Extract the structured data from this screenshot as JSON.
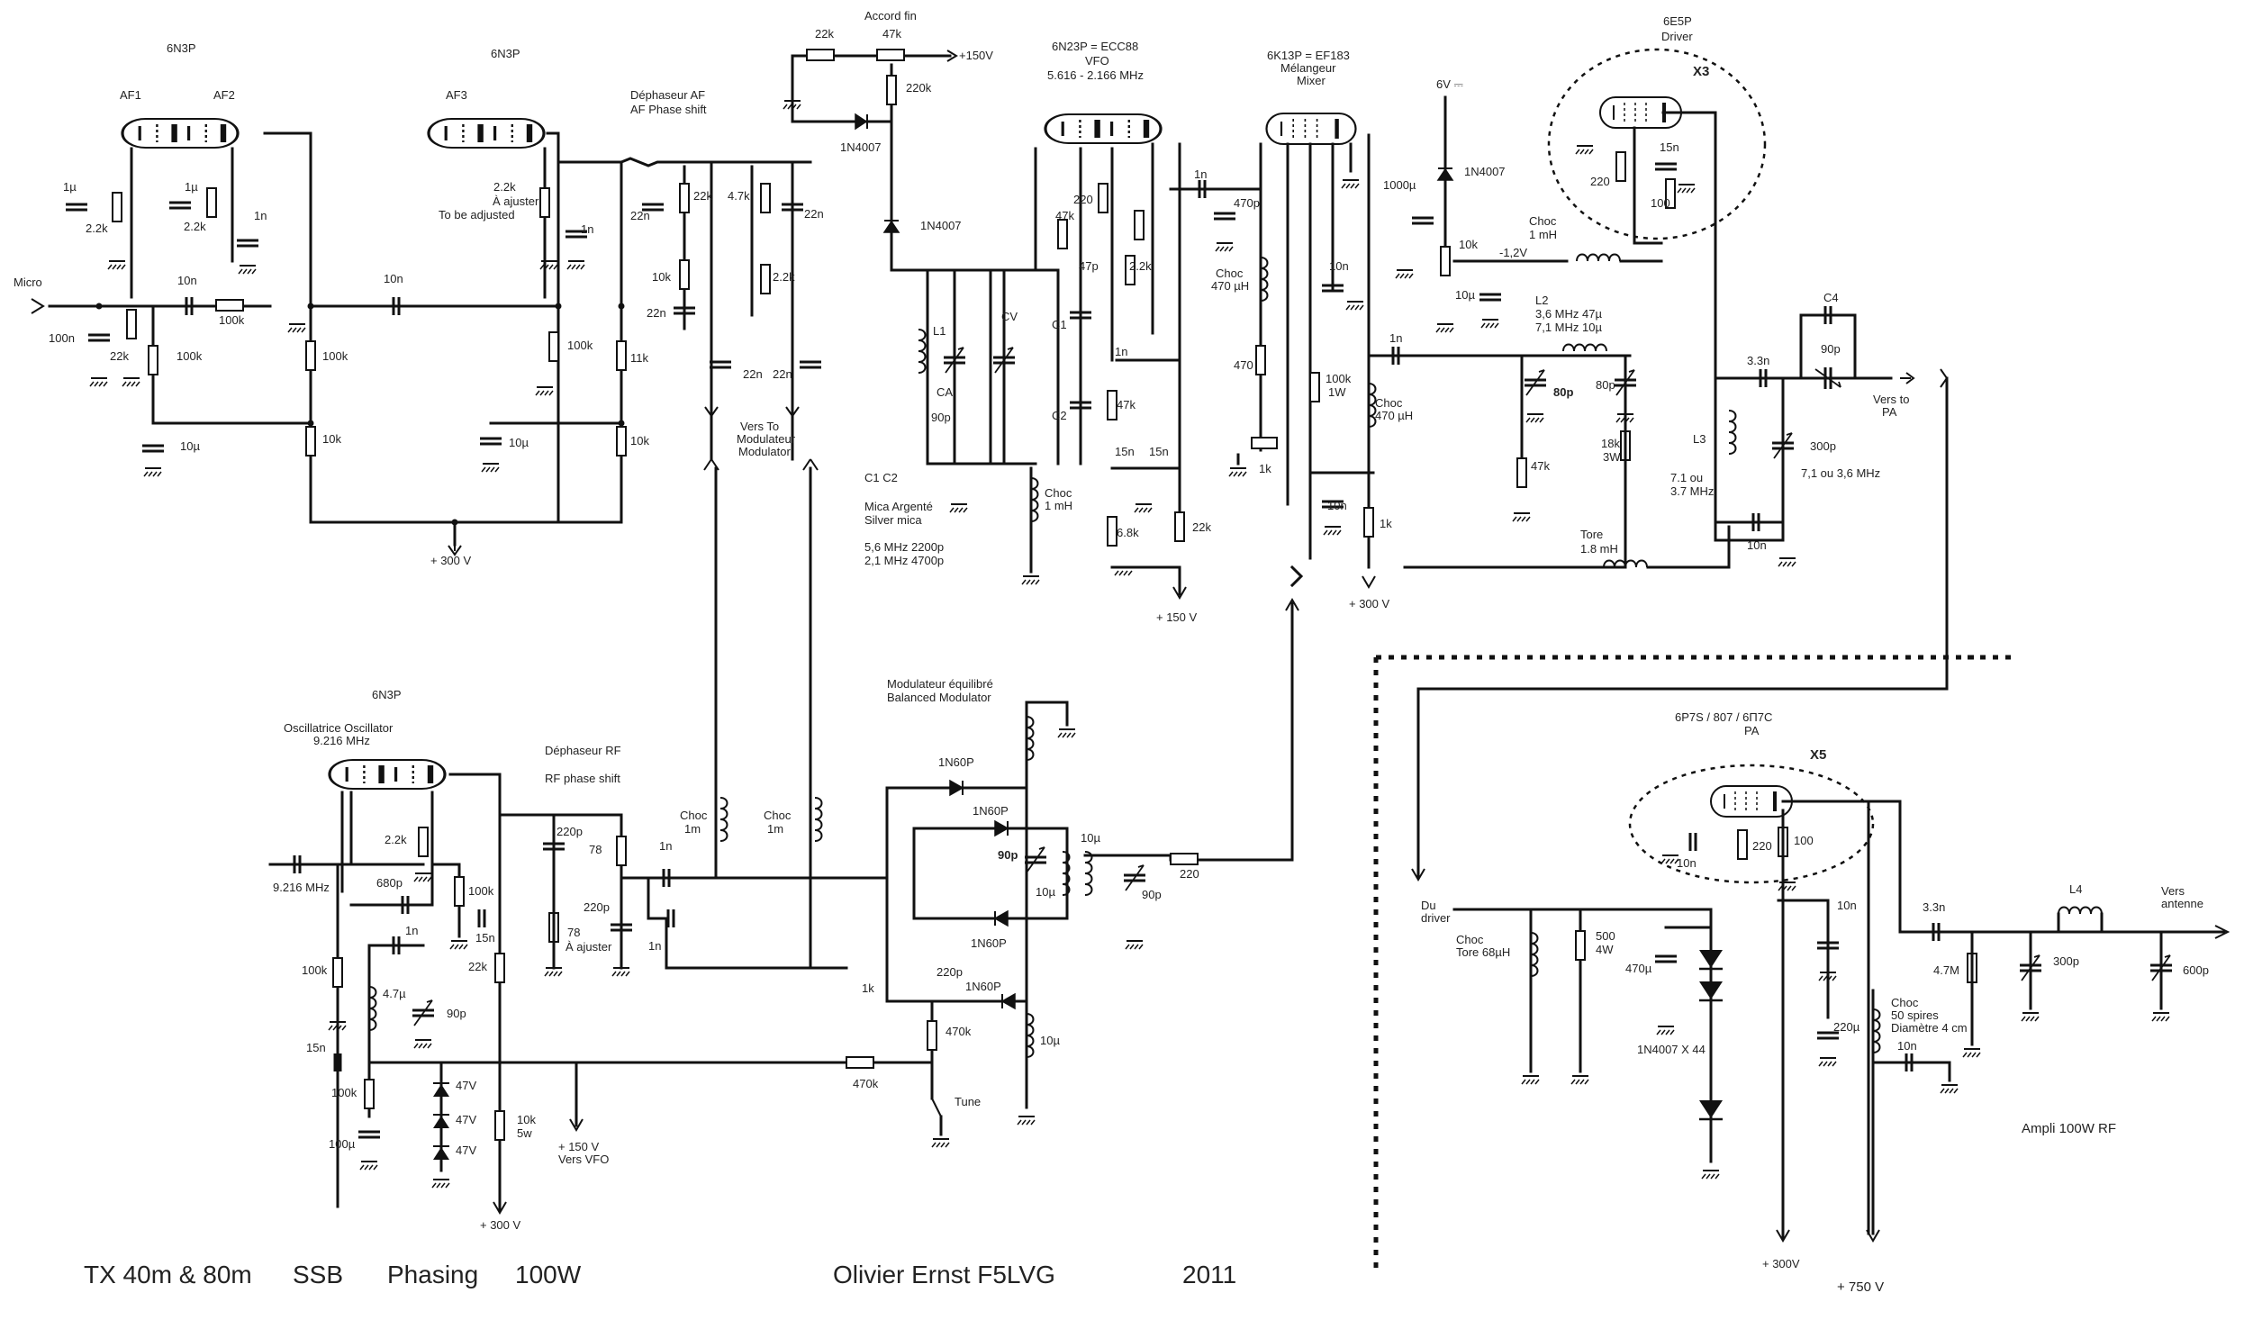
{
  "sections": {
    "af": {
      "tube1": "6N3P",
      "tube2": "6N3P",
      "af1": "AF1",
      "af2": "AF2",
      "af3": "AF3",
      "phaser": [
        "Déphaseur AF",
        "AF Phase shift"
      ],
      "adjust": [
        "À ajuster",
        "To be adjusted"
      ],
      "micro": "Micro",
      "supply": "+ 300 V",
      "to_mod": [
        "Vers To",
        "Modulateur",
        "Modulator"
      ]
    },
    "vfo": {
      "title": [
        "6N23P = ECC88",
        "VFO",
        "5.616 - 2.166 MHz"
      ],
      "tuning": "Accord fin",
      "plus150": "+150V",
      "mica": [
        "C1 C2",
        "Mica Argenté",
        "Silver mica",
        "5,6 MHz 2200p",
        "2,1 MHz 4700p"
      ],
      "supply": "+ 150 V",
      "choke": [
        "Choc",
        "1 mH"
      ]
    },
    "mixer": {
      "title": [
        "6K13P = EF183",
        "Mélangeur",
        "Mixer"
      ],
      "supply": "+ 300 V"
    },
    "driver": {
      "title": [
        "6E5P",
        "Driver"
      ],
      "x3": "X3",
      "to_pa": [
        "Vers to",
        "PA"
      ],
      "volt6": "6V ⎓",
      "neg": "-1,2V",
      "l2": [
        "L2",
        "3,6 MHz 47µ",
        "7,1 MHz 10µ"
      ],
      "l3": "L3",
      "l3val": [
        "7.1 ou",
        "3.7 MHz"
      ],
      "tore": [
        "Tore",
        "1.8 mH"
      ],
      "range": "7,1 ou 3,6 MHz",
      "choc1mh": [
        "Choc",
        "1 mH"
      ]
    },
    "osc": {
      "tube": "6N3P",
      "title": [
        "Oscillatrice Oscillator",
        "9.216 MHz"
      ],
      "xtal": "9.216 MHz",
      "rf_phaser": [
        "Déphaseur RF",
        "RF phase shift"
      ],
      "supply": "+ 300 V",
      "to_vfo": [
        "+ 150 V",
        "Vers VFO"
      ]
    },
    "bal": {
      "title": [
        "Modulateur équilibré",
        "Balanced Modulator"
      ],
      "tune": "Tune"
    },
    "pa": {
      "title": [
        "6P7S / 807 / 6П7С",
        "PA"
      ],
      "x5": "X5",
      "from_driver": [
        "Du",
        "driver"
      ],
      "choc_in": [
        "Choc",
        "Tore 68µH"
      ],
      "diodes": "1N4007 X 44",
      "choc_out": [
        "Choc",
        "50 spires",
        "Diamètre 4 cm"
      ],
      "l4": "L4",
      "to_ant": [
        "Vers",
        "antenne"
      ],
      "amp": "Ampli 100W RF",
      "plus300": "+ 300V",
      "plus750": "+ 750 V"
    },
    "footer": {
      "tx": "TX 40m & 80m",
      "mode": "SSB",
      "type": "Phasing",
      "power": "100W",
      "author": "Olivier Ernst F5LVG",
      "year": "2011"
    }
  },
  "values": {
    "r2k2": "2.2k",
    "r22k": "22k",
    "r100k": "100k",
    "r10k": "10k",
    "r11k": "11k",
    "r4k7": "4.7k",
    "r47k": "47k",
    "r220k": "220k",
    "r220": "220",
    "r470": "470",
    "r1k": "1k",
    "r6k8": "6.8k",
    "r100": "100",
    "r18k": "18k",
    "r3w": "3W",
    "r1w": "1W",
    "r78": "78",
    "r470k": "470k",
    "r10k5w": [
      "10k",
      "5w"
    ],
    "r500": [
      "500",
      "4W"
    ],
    "r4m7": "4.7M",
    "c1u": "1µ",
    "c1n": "1n",
    "c10n": "10n",
    "c100n": "100n",
    "c10u": "10µ",
    "c22n": "22n",
    "c47p": "47p",
    "c470p": "470p",
    "c15n": "15n",
    "c1000u": "1000µ",
    "c90p": "90p",
    "c80p": "80p",
    "c300p": "300p",
    "c3n3": "3.3n",
    "c220p": "220p",
    "c680p": "680p",
    "c100u": "100µ",
    "c470u": "470µ",
    "c220u": "220µ",
    "c600p": "600p",
    "l4u7": "4.7µ",
    "l10u": "10µ",
    "cho470": [
      "Choc",
      "470 µH"
    ],
    "cho1m": [
      "Choc",
      "1m"
    ],
    "d1n4007": "1N4007",
    "d1n60p": "1N60P",
    "z47": "47V",
    "c1": "C1",
    "c2": "C2",
    "ca": "CA",
    "cv": "CV",
    "l1": "L1",
    "c4": "C4",
    "adj": "À ajuster",
    "p100k": "100k",
    "p47k": "47k",
    "p1k": "1k",
    "p10k": "10k",
    "p22k": "22k"
  }
}
